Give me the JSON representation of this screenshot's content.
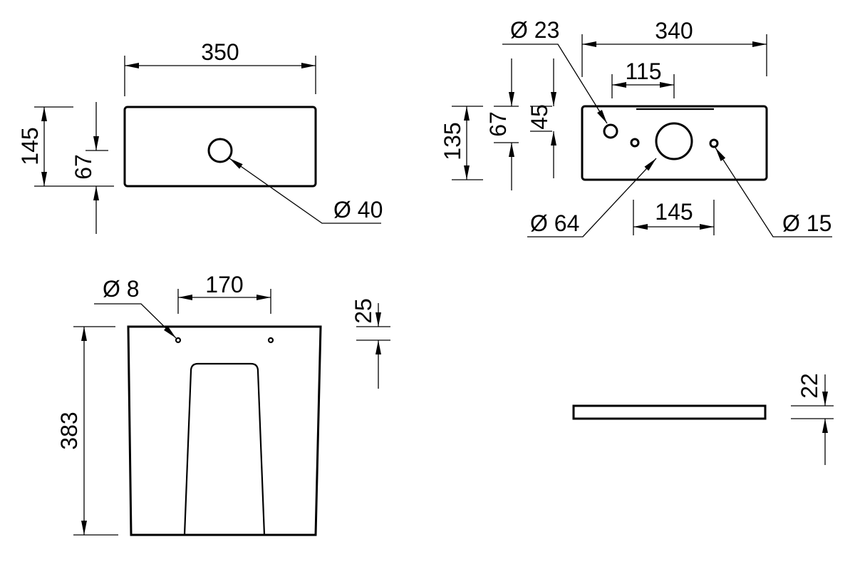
{
  "drawing": {
    "top_view": {
      "width": "350",
      "height": "145",
      "hole_offset": "67",
      "hole_diameter": "Ø 40"
    },
    "rear_view": {
      "width": "340",
      "inlet_spacing": "115",
      "height": "135",
      "hole_height_a": "67",
      "hole_height_b": "45",
      "small_hole_diameter": "Ø 23",
      "outlet_diameter": "Ø 64",
      "fixing_spacing": "145",
      "fixing_diameter": "Ø 15"
    },
    "front_view": {
      "fixing_hole_diameter": "Ø 8",
      "fixing_spacing": "170",
      "height": "383",
      "fixing_offset": "25"
    },
    "lid_view": {
      "thickness": "22"
    }
  }
}
